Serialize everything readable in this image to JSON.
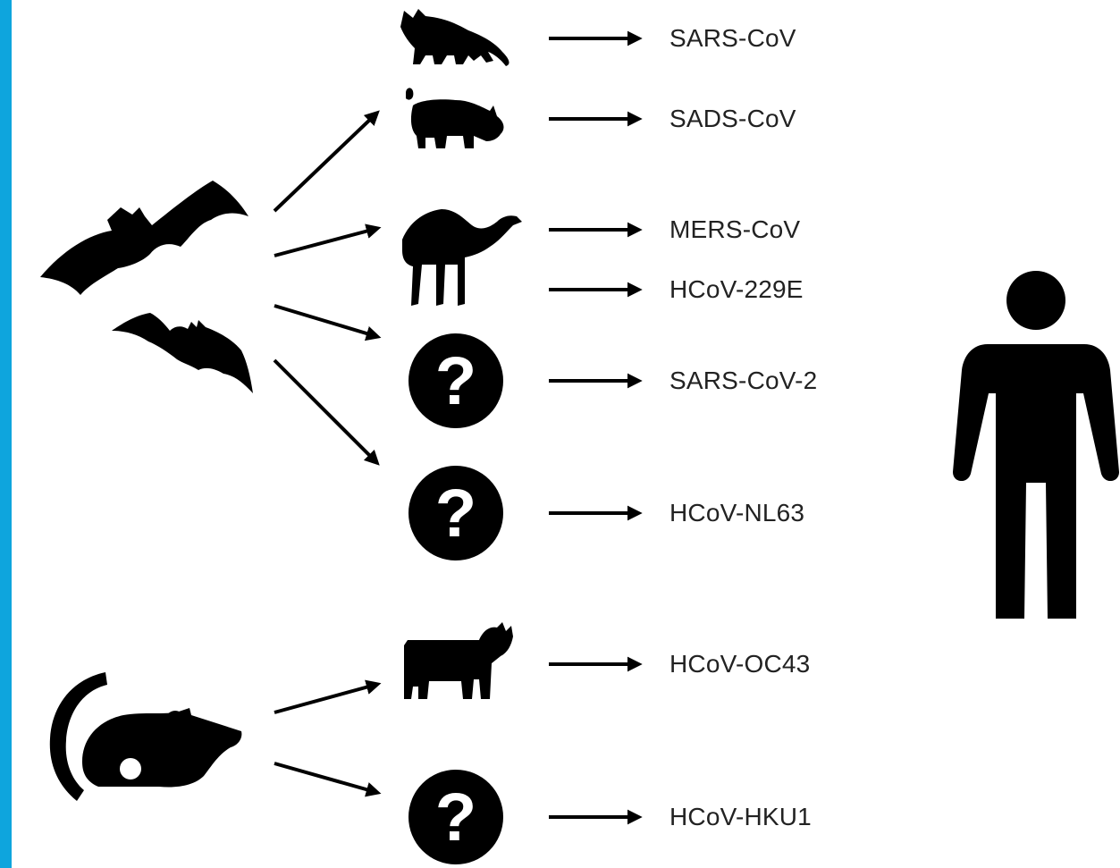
{
  "colors": {
    "accent": "#0ea5dd",
    "ink": "#000000",
    "text": "#222222",
    "paper": "#ffffff"
  },
  "reservoir_hosts": [
    "bat-large",
    "bat-small",
    "rodent"
  ],
  "intermediate_hosts": [
    "civet",
    "pig",
    "camel",
    "unknown",
    "unknown",
    "cow",
    "unknown"
  ],
  "human_host": "human",
  "unknown_host_glyph": "?",
  "viruses": [
    {
      "name": "SARS-CoV",
      "host": "civet"
    },
    {
      "name": "SADS-CoV",
      "host": "pig"
    },
    {
      "name": "MERS-CoV",
      "host": "camel"
    },
    {
      "name": "HCoV-229E",
      "host": "camel"
    },
    {
      "name": "SARS-CoV-2",
      "host": "unknown"
    },
    {
      "name": "HCoV-NL63",
      "host": "unknown"
    },
    {
      "name": "HCoV-OC43",
      "host": "cow"
    },
    {
      "name": "HCoV-HKU1",
      "host": "unknown"
    }
  ]
}
